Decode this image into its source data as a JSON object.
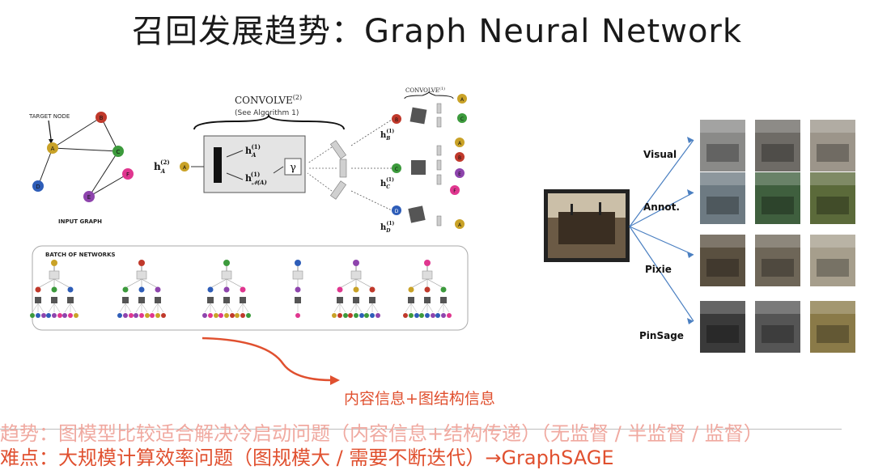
{
  "slide": {
    "title": "召回发展趋势：Graph Neural Network"
  },
  "left_figure": {
    "target_label": "TARGET NODE",
    "input_graph_label": "INPUT GRAPH",
    "nodes": [
      "A",
      "B",
      "C",
      "D",
      "E",
      "F"
    ],
    "convolve_label": "CONVOLVE",
    "convolve_sup": "(2)",
    "convolve_sub": "(See Algorithm 1)",
    "convolve_small": "CONVOLVE",
    "convolve_small_sup": "(1)",
    "h_a2": "h",
    "h_a2_sub": "A",
    "h_a2_sup": "(2)",
    "h_a1": "h",
    "h_a1_sub": "A",
    "h_a1_sup": "(1)",
    "h_n1": "h",
    "h_n1_sub": "𝒩(A)",
    "h_n1_sup": "(1)",
    "gamma": "γ",
    "h_b": "h",
    "h_b_sub": "B",
    "h_c": "h",
    "h_c_sub": "C",
    "h_d": "h",
    "h_d_sub": "D",
    "h_sup": "(1)",
    "batch_label": "BATCH OF NETWORKS"
  },
  "right_figure": {
    "rows": [
      "Visual",
      "Annot.",
      "Pixie",
      "PinSage"
    ]
  },
  "caption": "内容信息+图结构信息",
  "bottom": {
    "trend": "趋势：图模型比较适合解决冷启动问题（内容信息+结构传递）（无监督 / 半监督 / 监督）",
    "difficulty": "难点：大规模计算效率问题（图规模大 / 需要不断迭代）→GraphSAGE"
  },
  "colors": {
    "node_a": "#c9a227",
    "node_b": "#c0392b",
    "node_c": "#3c9a3c",
    "node_d": "#2e5db8",
    "node_e": "#8e44ad",
    "node_f": "#e0368f",
    "accent": "#e0502f",
    "arrow_blue": "#4a7fc1"
  }
}
